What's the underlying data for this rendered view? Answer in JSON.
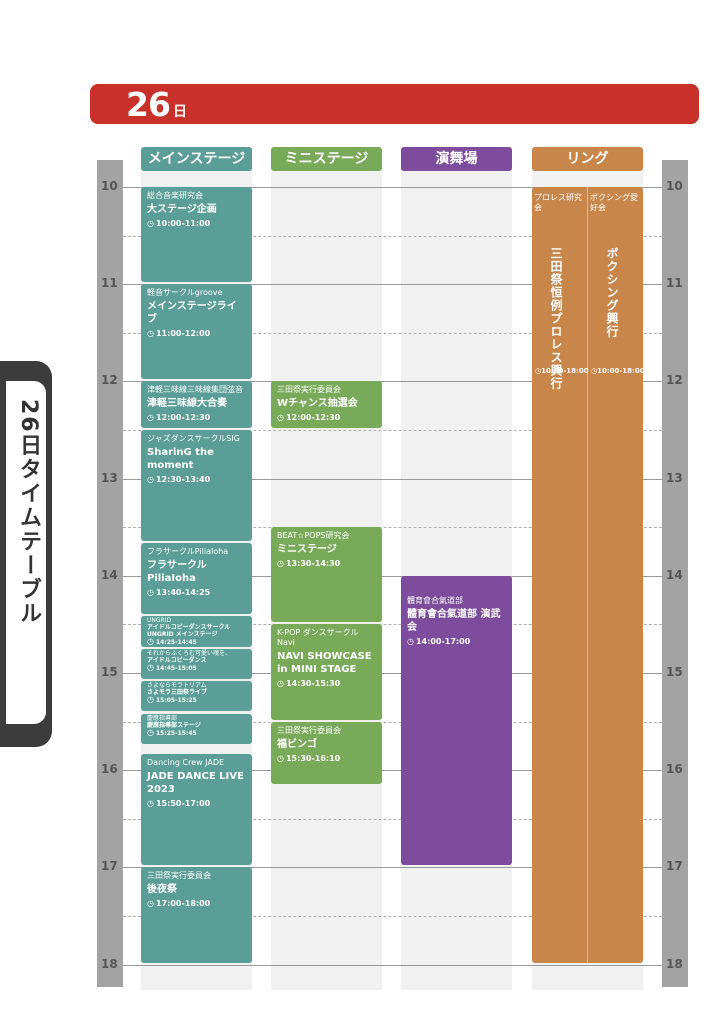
{
  "banner": {
    "day_number": "26",
    "day_unit": "日",
    "color": "#c8302a"
  },
  "side_tab": {
    "label": "26日タイムテーブル"
  },
  "hours": [
    "10",
    "11",
    "12",
    "13",
    "14",
    "15",
    "16",
    "17",
    "18"
  ],
  "columns": [
    {
      "id": "main",
      "label": "メインステージ",
      "color": "#5a9e97"
    },
    {
      "id": "mini",
      "label": "ミニステージ",
      "color": "#79aa5a"
    },
    {
      "id": "enbujo",
      "label": "演舞場",
      "color": "#7d4c9c"
    },
    {
      "id": "ring",
      "label": "リング",
      "color": "#c8864a"
    }
  ],
  "main_events": [
    {
      "org": "総合音楽研究会",
      "title": "大ステージ企画",
      "time": "10:00-11:00"
    },
    {
      "org": "軽音サークルgroove",
      "title": "メインステージライブ",
      "time": "11:00-12:00"
    },
    {
      "org": "津軽三味線三味線集団弦音",
      "title": "津軽三味線大合奏",
      "time": "12:00-12:30"
    },
    {
      "org": "ジャズダンスサークルSIG",
      "title": "SharinG the moment",
      "time": "12:30-13:40"
    },
    {
      "org": "フラサークルPiliaIoha",
      "title": "フラサークルPiliaIoha",
      "time": "13:40-14:25"
    },
    {
      "org": "UNGRID",
      "title": "アイドルコピーダンスサークルUNGRID メインステージ",
      "time": "14:25-14:45"
    },
    {
      "org": "それからふくろむ可愛い魂を、",
      "title": "アイドルコピーダンス",
      "time": "14:45-15:05"
    },
    {
      "org": "さよならモラトリアム",
      "title": "さよモラ三田祭ライブ",
      "time": "15:05-15:25"
    },
    {
      "org": "慶應指導部",
      "title": "慶應指導部ステージ",
      "time": "15:25-15:45"
    },
    {
      "org": "Dancing Crew JADE",
      "title": "JADE DANCE LIVE 2023",
      "time": "15:50-17:00"
    },
    {
      "org": "三田祭実行委員会",
      "title": "後夜祭",
      "time": "17:00-18:00"
    }
  ],
  "mini_events": [
    {
      "org": "三田祭実行委員会",
      "title": "Wチャンス抽選会",
      "time": "12:00-12:30"
    },
    {
      "org": "BEAT☆POPS研究会",
      "title": "ミニステージ",
      "time": "13:30-14:30"
    },
    {
      "org": "K-POP ダンスサークルNavi",
      "title": "NAVI SHOWCASE in MINI STAGE",
      "time": "14:30-15:30"
    },
    {
      "org": "三田祭実行委員会",
      "title": "福ビンゴ",
      "time": "15:30-16:10"
    }
  ],
  "enbujo_events": [
    {
      "org": "體育會合氣道部",
      "title": "體育會合氣道部 演武会",
      "time": "14:00-17:00"
    }
  ],
  "ring_events": [
    {
      "org": "プロレス研究会",
      "title": "三田祭恒例プロレス興行",
      "time": "10:00-18:00"
    },
    {
      "org": "ボクシング愛好会",
      "title": "ボクシング興行",
      "time": "10:00-18:00"
    }
  ]
}
